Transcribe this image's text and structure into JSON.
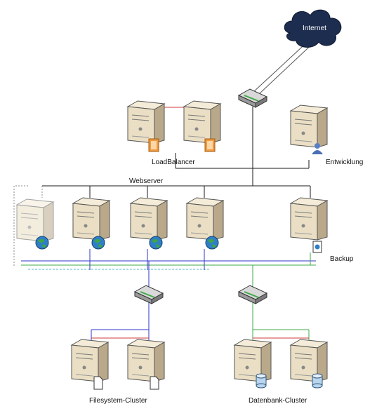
{
  "labels": {
    "internet": "Internet",
    "loadbalancer": "LoadBalancer",
    "entwicklung": "Entwicklung",
    "webserver": "Webserver",
    "backup": "Backup",
    "filesystem_cluster": "Filesystem-Cluster",
    "datenbank_cluster": "Datenbank-Cluster"
  },
  "colors": {
    "server_body": "#eadfc4",
    "server_side": "#b9a98a",
    "link_black": "#1a1a1a",
    "link_red": "#d23b3b",
    "link_blue": "#2d35c8",
    "link_green": "#3fa94a",
    "link_teal": "#54b8c8",
    "cloud": "#1d2d4f",
    "loadbalancer_badge": "#f19a3e",
    "webserver_badge": "#2f7fc6",
    "database_badge": "#b9d6ee"
  },
  "icons": {
    "cloud": "cloud-icon",
    "switch": "network-switch-icon",
    "server": "tower-server-icon",
    "loadbalancer_badge": "loadbalancer-badge-icon",
    "user_badge": "user-icon",
    "globe_badge": "globe-icon",
    "backup_badge": "backup-icon",
    "file_badge": "file-icon",
    "database_badge": "database-icon"
  }
}
